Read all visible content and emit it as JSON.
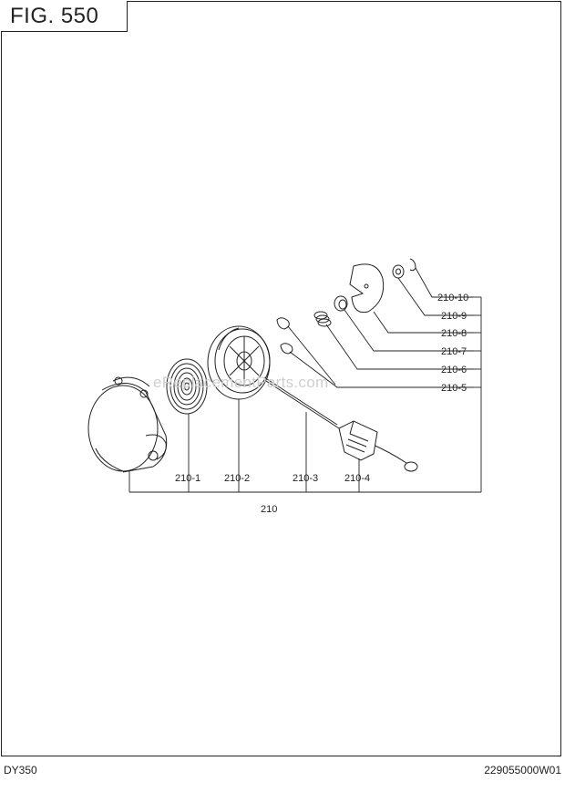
{
  "figure": {
    "title": "FIG. 550"
  },
  "callouts": {
    "c210_10": "210-10",
    "c210_9": "210-9",
    "c210_8": "210-8",
    "c210_7": "210-7",
    "c210_6": "210-6",
    "c210_5": "210-5",
    "c210_1": "210-1",
    "c210_2": "210-2",
    "c210_3": "210-3",
    "c210_4": "210-4",
    "c210": "210"
  },
  "watermark": "eReplacementParts.com",
  "footer": {
    "model": "DY350",
    "code": "229055000W01"
  }
}
